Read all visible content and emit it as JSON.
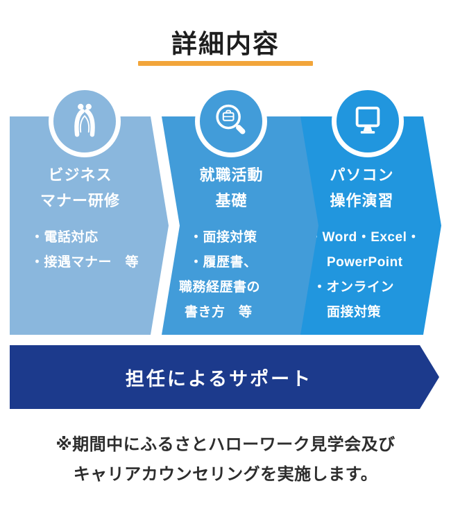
{
  "header": {
    "title": "詳細内容",
    "underline_color": "#F2A53A"
  },
  "panels": [
    {
      "icon": "bowing-people-icon",
      "color": "#8AB7DD",
      "title_lines": [
        "ビジネス",
        "マナー研修"
      ],
      "bullets": [
        "・電話対応",
        "・接遇マナー　等"
      ]
    },
    {
      "icon": "job-search-icon",
      "color": "#429CD9",
      "title_lines": [
        "就職活動",
        "基礎"
      ],
      "bullets": [
        "・面接対策",
        "・履歴書、",
        "職務経歴書の",
        "書き方　等"
      ]
    },
    {
      "icon": "computer-monitor-icon",
      "color": "#2196DE",
      "title_lines": [
        "パソコン",
        "操作演習"
      ],
      "bullets": [
        "・Word・Excel・",
        "PowerPoint",
        "・オンライン",
        "面接対策"
      ]
    }
  ],
  "banner": {
    "label": "担任によるサポート",
    "color": "#1C3A8C"
  },
  "note": {
    "lines": [
      "※期間中にふるさとハローワーク見学会及び",
      "キャリアカウンセリングを実施します。"
    ]
  }
}
